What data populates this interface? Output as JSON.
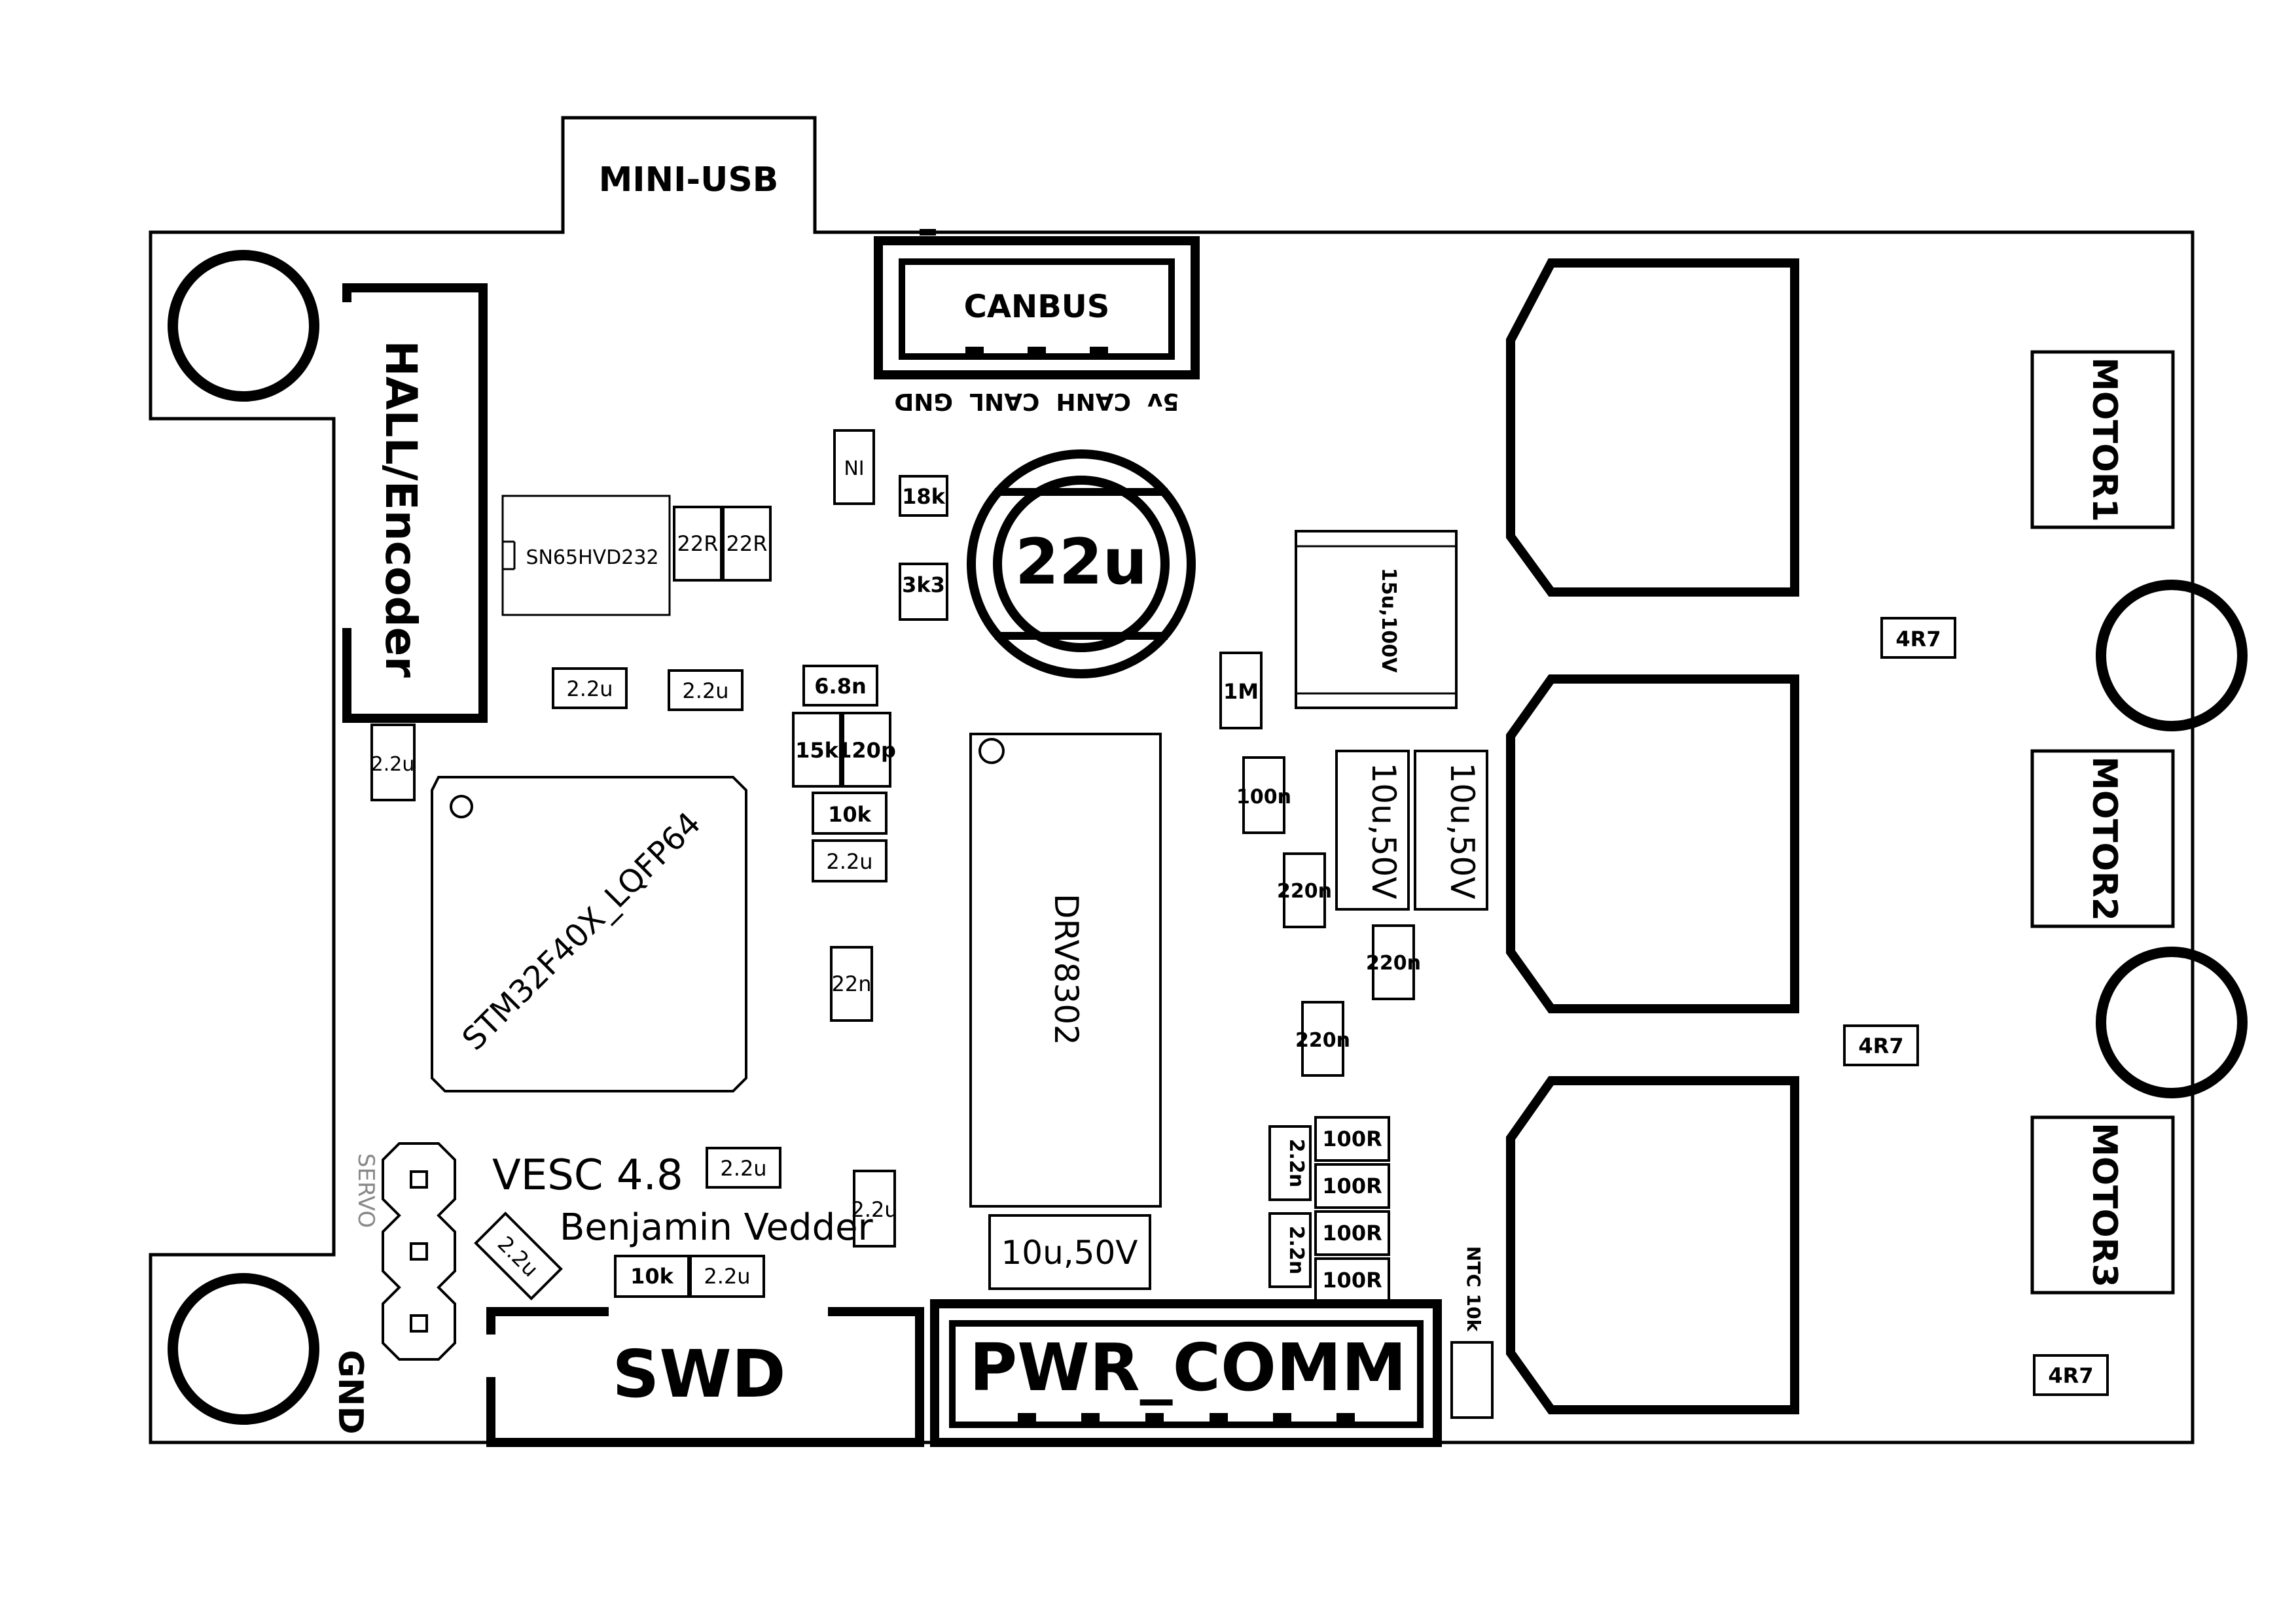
{
  "colors": {
    "ink": "#000000",
    "faint": "#888888",
    "background": "#ffffff"
  },
  "connectors": {
    "mini_usb": "MINI-USB",
    "canbus": "CANBUS",
    "canbus_pins": "5v  CANH  CANL  GND",
    "hall": "HALL/Encoder",
    "swd": "SWD",
    "pwr_comm": "PWR_COMM",
    "servo": "SERVO",
    "gnd": "GND",
    "motor1": "MOTOR1",
    "motor2": "MOTOR2",
    "motor3": "MOTOR3"
  },
  "ics": {
    "mcu": "STM32F40X_LQFP64",
    "can_transceiver": "SN65HVD232",
    "gate_driver": "DRV8302"
  },
  "board": {
    "title": "VESC 4.8",
    "author": "Benjamin Vedder"
  },
  "components": {
    "big_cap": "22u",
    "inductor": "15u,100V",
    "ni": "NI",
    "r18k": "18k",
    "r3k3": "3k3",
    "r22r_a": "22R",
    "r22r_b": "22R",
    "c22u_hall": "2.2u",
    "c22u_1": "2.2u",
    "c22u_2": "2.2u",
    "c68n": "6.8n",
    "r15k": "15k",
    "c120p": "120p",
    "r10k_a": "10k",
    "c22u_3": "2.2u",
    "c22n": "22n",
    "r1m": "1M",
    "c100n": "100n",
    "c10u50v_a": "10u,50V",
    "c10u50v_b": "10u,50V",
    "c220n_a": "220n",
    "c220n_b": "220n",
    "c220n_c": "220n",
    "r4r7_a": "4R7",
    "r4r7_b": "4R7",
    "r4r7_c": "4R7",
    "c22u_4": "2.2u",
    "c22u_5": "2.2u",
    "c22u_rot": "2.2u",
    "r10k_b": "10k",
    "c22u_6": "2.2u",
    "c10u50v_c": "10u,50V",
    "c22n_a": "2.2n",
    "c22n_b": "2.2n",
    "r100r_a": "100R",
    "r100r_b": "100R",
    "r100r_c": "100R",
    "r100r_d": "100R",
    "ntc": "NTC 10k"
  }
}
